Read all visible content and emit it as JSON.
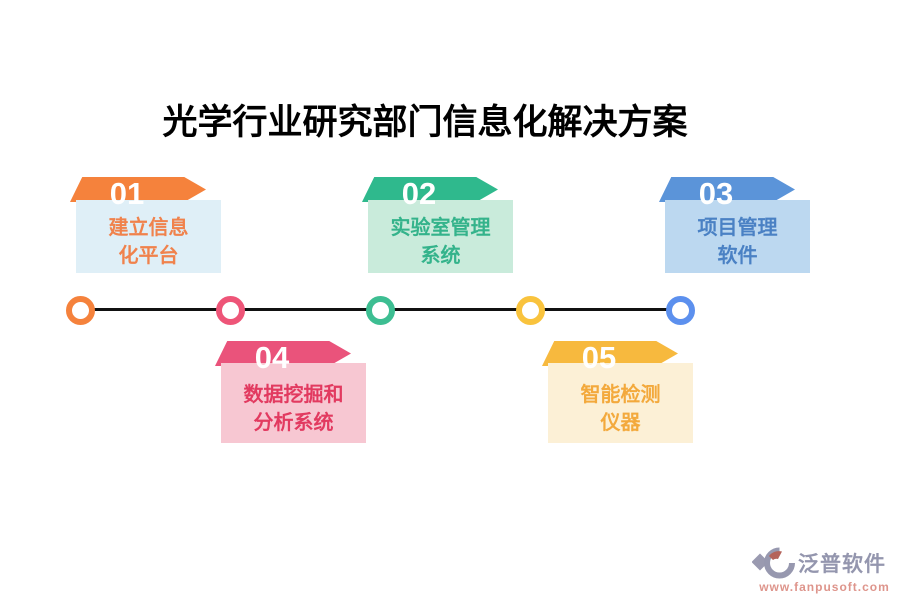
{
  "title": "光学行业研究部门信息化解决方案",
  "steps": [
    {
      "number": "01",
      "line1": "建立信息",
      "line2": "化平台",
      "banner_color": "#F5823C",
      "box_color": "#DFEFF7",
      "text_color": "#F0824C"
    },
    {
      "number": "02",
      "line1": "实验室管理",
      "line2": "系统",
      "banner_color": "#2FB98D",
      "box_color": "#C9EBDB",
      "text_color": "#34B38B"
    },
    {
      "number": "03",
      "line1": "项目管理",
      "line2": "软件",
      "banner_color": "#5B94D9",
      "box_color": "#BCD8F0",
      "text_color": "#4A81C4"
    },
    {
      "number": "04",
      "line1": "数据挖掘和",
      "line2": "分析系统",
      "banner_color": "#EA537B",
      "box_color": "#F7C7D2",
      "text_color": "#E23A60"
    },
    {
      "number": "05",
      "line1": "智能检测",
      "line2": "仪器",
      "banner_color": "#F7B93E",
      "box_color": "#FCF0D6",
      "text_color": "#F3A93C"
    }
  ],
  "timeline": {
    "line_color": "#111111",
    "circle_colors": [
      "#F5823C",
      "#EE5578",
      "#3DBE92",
      "#F9C33D",
      "#5C90EE"
    ]
  },
  "footer": {
    "brand": "泛普软件",
    "url": "www.fanpusoft.com",
    "brand_color": "#9496AE",
    "url_color": "#DE958C"
  }
}
